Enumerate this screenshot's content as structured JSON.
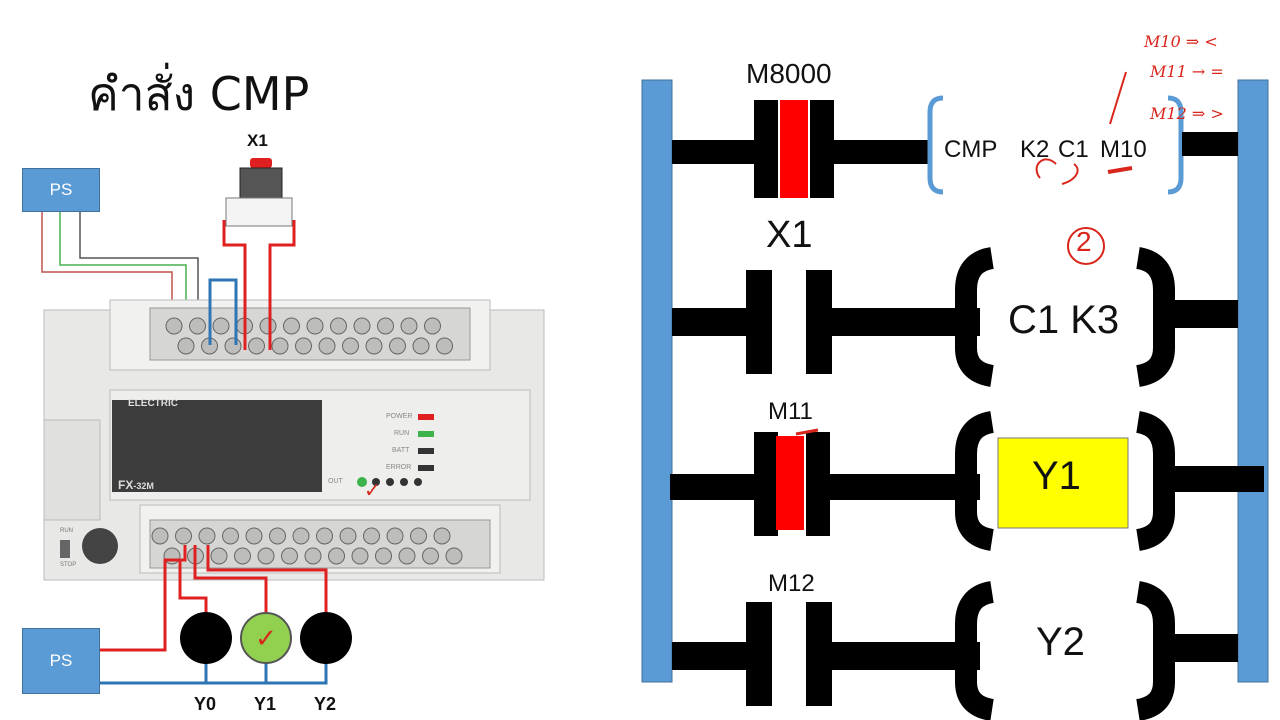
{
  "title": "คำสั่ง CMP",
  "left_panel": {
    "ps_top": "PS",
    "ps_bottom": "PS",
    "switch_label": "X1",
    "plc_brand": "ELECTRIC",
    "plc_model": "FX",
    "plc_model_suffix": "-32M",
    "led_labels": [
      "POWER",
      "RUN",
      "BATT",
      "ERROR"
    ],
    "out_label": "OUT",
    "run_stop": [
      "RUN",
      "STOP"
    ],
    "outputs": [
      {
        "label": "Y0",
        "state": "off"
      },
      {
        "label": "Y1",
        "state": "on"
      },
      {
        "label": "Y2",
        "state": "off"
      }
    ],
    "checkmark": "✓"
  },
  "ladder": {
    "rung1": {
      "contact": "M8000",
      "instruction": [
        "CMP",
        "K2",
        "C1",
        "M10"
      ]
    },
    "rung2": {
      "contact": "X1",
      "coil": "C1 K3",
      "annotation": "2"
    },
    "rung3": {
      "contact": "M11",
      "coil": "Y1"
    },
    "rung4": {
      "contact": "M12",
      "coil": "Y2"
    },
    "handwritten_notes": [
      "M10 ⇒ <",
      "M11 → =",
      "M12 ⇒ >"
    ]
  },
  "colors": {
    "rail": "#5b9bd5",
    "active_contact": "#ff0000",
    "active_coil": "#ffff00",
    "wire_red": "#e02020",
    "wire_blue": "#2e75b6",
    "annotation": "#d9261c"
  }
}
